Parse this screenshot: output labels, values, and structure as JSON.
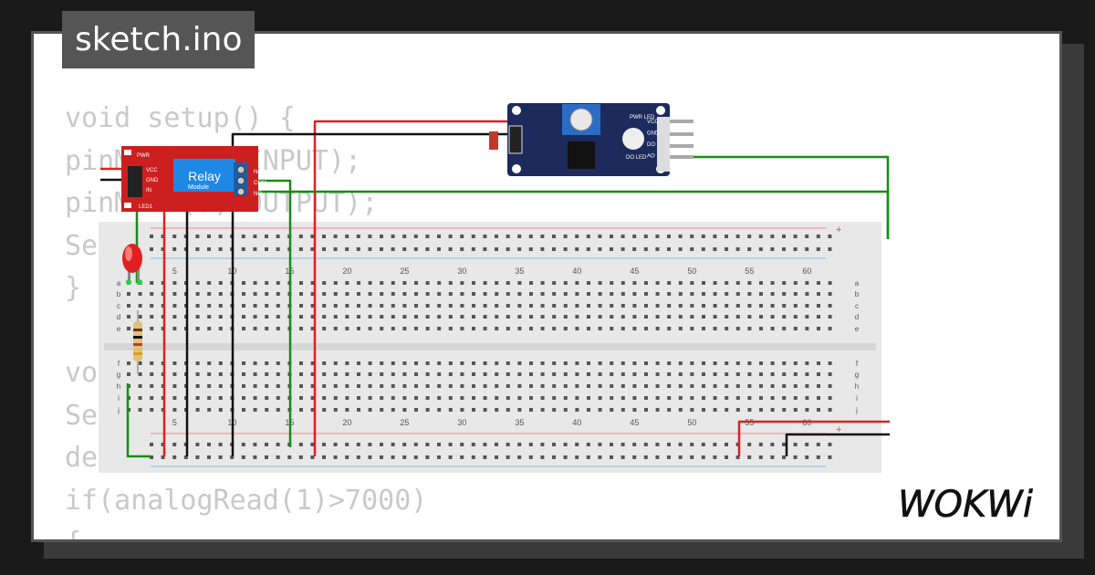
{
  "sketch": {
    "filename": "sketch.ino",
    "code_lines": [
      "void setup() {",
      "pinMode(2, INPUT);",
      "pinMode(3, OUTPUT);",
      "Serial.begin(9600);",
      "}",
      "",
      "void loop() {",
      "Serial.println(analogRead(1));",
      "delay(100);",
      "if(analogRead(1)>7000)",
      "{"
    ]
  },
  "relay_module": {
    "label": "Relay",
    "sublabel": "Module",
    "pins": [
      "VCC",
      "GND",
      "IN"
    ],
    "indicators": [
      "PWR",
      "LED1"
    ],
    "terminals": [
      "NC",
      "COM",
      "NO"
    ]
  },
  "sensor_module": {
    "indicators": [
      "PWR LED",
      "DO LED"
    ],
    "pins": [
      "VCC",
      "GND",
      "DO",
      "AO"
    ]
  },
  "breadboard": {
    "column_numbers": [
      "5",
      "10",
      "15",
      "20",
      "25",
      "30",
      "35",
      "40",
      "45",
      "50",
      "55",
      "60"
    ],
    "rows_top": [
      "a",
      "b",
      "c",
      "d",
      "e"
    ],
    "rows_bottom": [
      "f",
      "g",
      "h",
      "i",
      "j"
    ]
  },
  "brand": "WOKWi",
  "colors": {
    "background": "#1a1a1a",
    "code_text": "#c9c9c9",
    "title_bg": "#555555",
    "relay_board": "#cc1f1f",
    "relay_cube": "#1e88e5",
    "sensor_board": "#1c2a5c",
    "wire_red": "#e02020",
    "wire_green": "#1a8a1a",
    "wire_black": "#111111"
  }
}
